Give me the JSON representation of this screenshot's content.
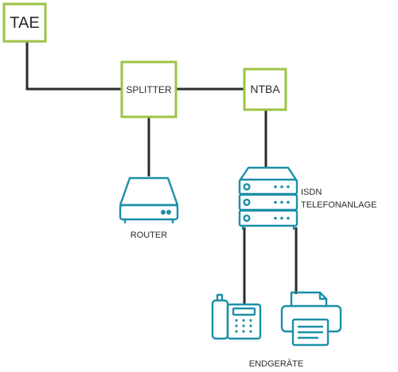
{
  "colors": {
    "box_border": "#9bc444",
    "line": "#2b2b2b",
    "icon": "#1b8fa8",
    "text": "#2b2b2b"
  },
  "nodes": {
    "tae": {
      "label": "TAE"
    },
    "splitter": {
      "label": "SPLITTER"
    },
    "ntba": {
      "label": "NTBA"
    },
    "router": {
      "label": "ROUTER",
      "icon": "router-icon"
    },
    "isdn": {
      "label_line1": "ISDN",
      "label_line2": "TELEFONANLAGE",
      "icon": "server-rack-icon"
    },
    "endgeraete": {
      "label": "ENDGERÄTE",
      "icons": [
        "desk-phone-icon",
        "printer-icon"
      ]
    }
  }
}
